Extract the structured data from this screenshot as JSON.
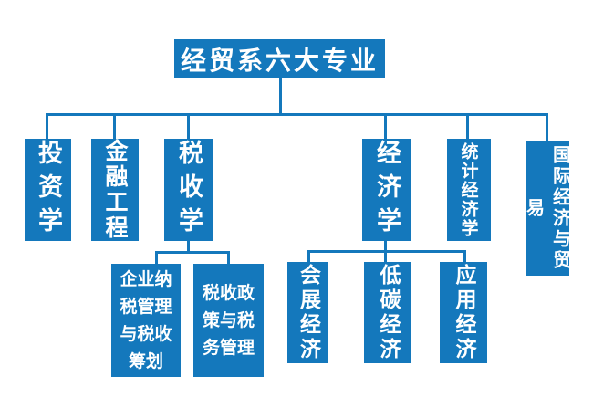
{
  "colors": {
    "node_fill": "#1478bc",
    "connector": "#1478bc",
    "text": "#ffffff",
    "background": "#ffffff"
  },
  "org_chart": {
    "root": {
      "label": "经贸系六大专业"
    },
    "level2": [
      {
        "label": "投资学"
      },
      {
        "label": "金融工程"
      },
      {
        "label": "税收学"
      },
      {
        "label": "经济学"
      },
      {
        "label": "统计经济学"
      },
      {
        "label": "国际经济与贸易"
      }
    ],
    "taxation_children": [
      {
        "label": "企业纳\n税管理\n与税收\n筹划"
      },
      {
        "label": "税收政\n策与税\n务管理"
      }
    ],
    "economics_children": [
      {
        "label": "会展经济"
      },
      {
        "label": "低碳经济"
      },
      {
        "label": "应用经济"
      }
    ]
  }
}
